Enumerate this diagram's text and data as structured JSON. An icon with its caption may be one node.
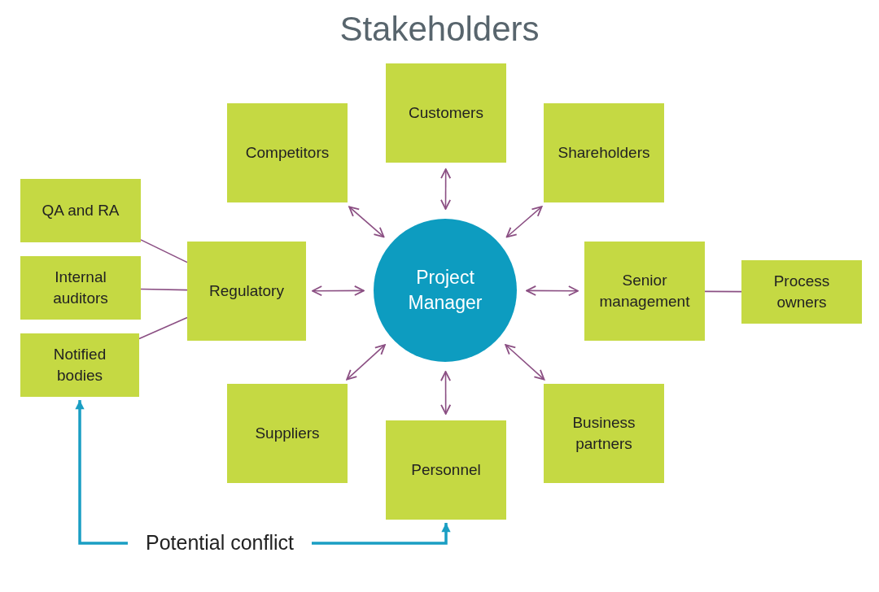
{
  "diagram": {
    "title": "Stakeholders",
    "nodes": [
      {
        "text": [
          "Customers"
        ]
      },
      {
        "text": [
          "Competitors"
        ]
      },
      {
        "text": [
          "Shareholders"
        ]
      },
      {
        "text": [
          "QA and RA"
        ]
      },
      {
        "text": [
          "Regulatory"
        ]
      },
      {
        "text": [
          "Project Manager"
        ]
      },
      {
        "text": [
          "Senior management"
        ]
      },
      {
        "text": [
          "Process owners"
        ]
      },
      {
        "text": [
          "Internal auditors"
        ]
      },
      {
        "text": [
          "Notified bodies"
        ]
      },
      {
        "text": [
          "Suppliers"
        ]
      },
      {
        "text": [
          "Personnel"
        ]
      },
      {
        "text": [
          "Business partners"
        ]
      },
      {
        "text": [
          "Potential conflict"
        ]
      }
    ],
    "edges": [
      {
        "from": 5,
        "to": 0,
        "arrow": "both"
      },
      {
        "from": 5,
        "to": 1,
        "arrow": "both"
      },
      {
        "from": 5,
        "to": 2,
        "arrow": "both"
      },
      {
        "from": 5,
        "to": 4,
        "arrow": "both"
      },
      {
        "from": 5,
        "to": 6,
        "arrow": "both"
      },
      {
        "from": 5,
        "to": 10,
        "arrow": "both"
      },
      {
        "from": 5,
        "to": 11,
        "arrow": "both"
      },
      {
        "from": 5,
        "to": 12,
        "arrow": "both"
      },
      {
        "from": 3,
        "to": 4,
        "arrow": "none"
      },
      {
        "from": 8,
        "to": 4,
        "arrow": "none"
      },
      {
        "from": 9,
        "to": 4,
        "arrow": "none"
      },
      {
        "from": 6,
        "to": 7,
        "arrow": "none"
      },
      {
        "from": 13,
        "to": 9,
        "arrow": "to",
        "style": "thick",
        "color": "#1a9ec3"
      },
      {
        "from": 13,
        "to": 11,
        "arrow": "to",
        "style": "thick",
        "color": "#1a9ec3"
      }
    ]
  }
}
